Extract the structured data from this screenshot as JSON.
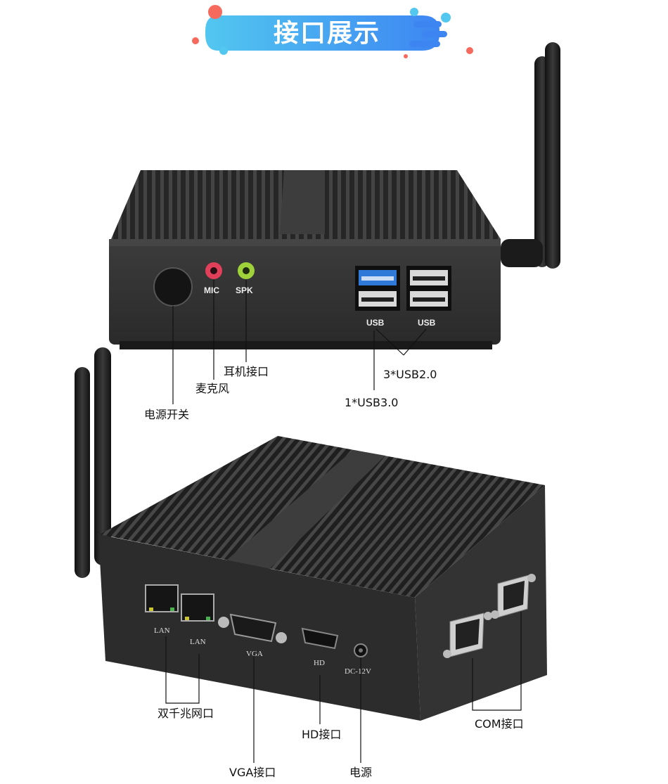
{
  "header": {
    "title": "接口展示"
  },
  "front_panel": {
    "port_prints": {
      "mic": "MIC",
      "spk": "SPK",
      "usb_left": "USB",
      "usb_right": "USB"
    },
    "callouts": {
      "earphone": "耳机接口",
      "microphone": "麦克风",
      "power_switch": "电源开关",
      "usb2": "3*USB2.0",
      "usb3": "1*USB3.0"
    }
  },
  "rear_panel": {
    "port_prints": {
      "lan1": "LAN",
      "lan2": "LAN",
      "vga": "VGA",
      "hd": "HD",
      "dc": "DC-12V"
    },
    "callouts": {
      "lan": "双千兆网口",
      "hd": "HD接口",
      "com": "COM接口",
      "vga": "VGA接口",
      "power": "电源"
    }
  },
  "colors": {
    "banner_blue": "#3d86f2",
    "banner_cyan": "#52c7f0",
    "case_dark": "#2b2b2b",
    "mic_pink": "#e2405a",
    "spk_green": "#9ed13a",
    "usb3_blue": "#2f79d8"
  }
}
